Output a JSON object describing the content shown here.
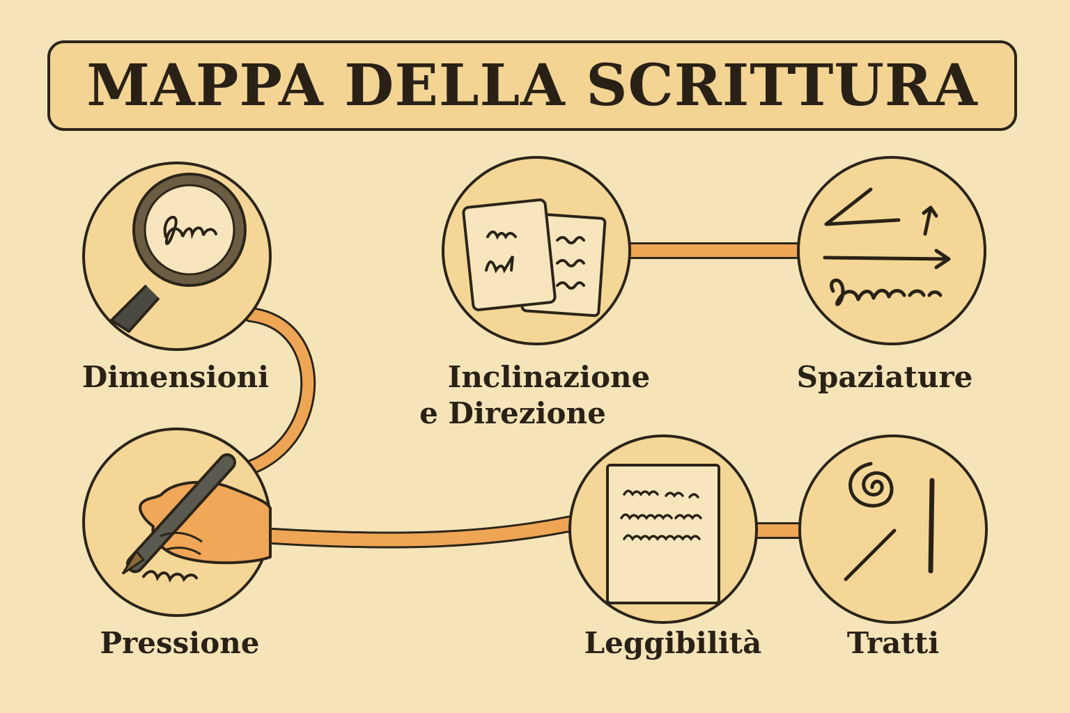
{
  "title": "MAPPA DELLA SCRITTURA",
  "nodes": {
    "dimensioni": {
      "label": "Dimensioni",
      "icon": "magnifier-icon"
    },
    "inclinazione": {
      "label_line1": "Inclinazione",
      "label_line2": "e Direzione",
      "icon": "notes-cards-icon"
    },
    "spaziature": {
      "label": "Spaziature",
      "icon": "spacing-arrows-icon"
    },
    "pressione": {
      "label": "Pressione",
      "icon": "hand-pen-icon"
    },
    "leggibilita": {
      "label": "Leggibilità",
      "icon": "handwritten-page-icon"
    },
    "tratti": {
      "label": "Tratti",
      "icon": "strokes-icon"
    }
  },
  "colors": {
    "background": "#f6e4b9",
    "banner": "#f3d493",
    "circle_fill": "#f4d796",
    "connector": "#eea655",
    "ink": "#2a2116"
  }
}
